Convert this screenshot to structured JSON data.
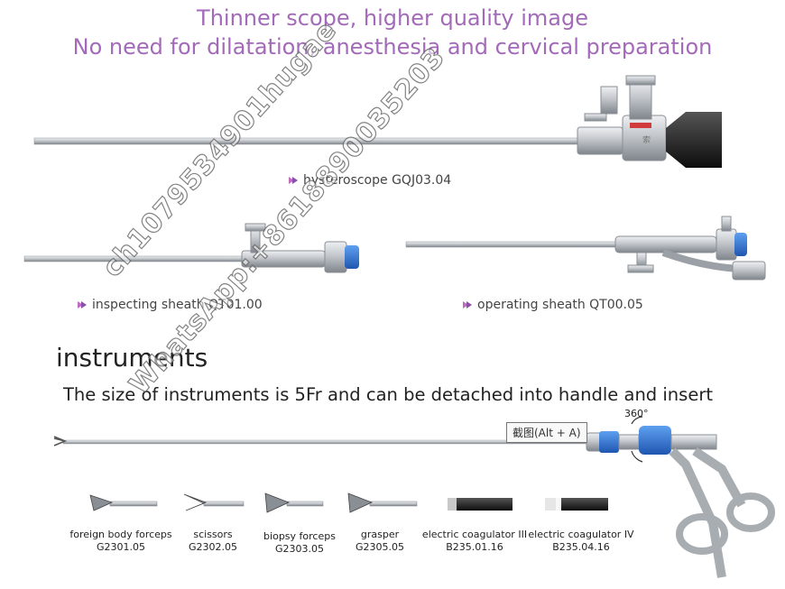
{
  "headline": {
    "line1": "Thinner scope, higher quality image",
    "line2": "No need for dilatation, anesthesia and cervical preparation"
  },
  "products": {
    "hysteroscope": "hysteroscope GQJ03.04",
    "inspecting_sheath": "inspecting sheath QT01.00",
    "operating_sheath": "operating sheath QT00.05"
  },
  "instruments": {
    "title": "instruments",
    "subtitle": "The size of instruments is 5Fr and can be detached into handle and insert",
    "rotation_label": "360°",
    "tooltip": "截图(Alt + A)",
    "items": [
      {
        "name": "foreign body forceps",
        "code": "G2301.05"
      },
      {
        "name": "scissors",
        "code": "G2302.05"
      },
      {
        "name": "biopsy forceps",
        "code": "G2303.05"
      },
      {
        "name": "grasper",
        "code": "G2305.05"
      },
      {
        "name": "electric coagulator III",
        "code": "B235.01.16"
      },
      {
        "name": "electric coagulator IV",
        "code": "B235.04.16"
      }
    ]
  },
  "watermark": {
    "line1": "ch1079534901hugae",
    "line2": "WhatsApp:+8618890035203"
  },
  "colors": {
    "headline": "#a26ab8",
    "accent_blue": "#2f6fd0",
    "steel": "#b9bdc2"
  }
}
